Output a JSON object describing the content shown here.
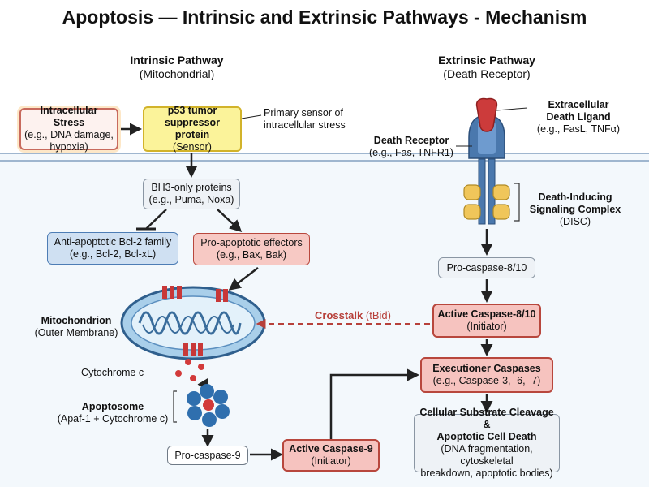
{
  "title": "Apoptosis — Intrinsic and Extrinsic Pathways - Mechanism",
  "intrinsic": {
    "header": "Intrinsic Pathway",
    "subheader": "(Mitochondrial)",
    "stress": {
      "line1": "Intracellular Stress",
      "line2": "(e.g., DNA damage,",
      "line3": "hypoxia)"
    },
    "p53": {
      "line1": "p53 tumor",
      "line2": "suppressor protein",
      "line3": "(Sensor)"
    },
    "p53_note": {
      "line1": "Primary sensor of",
      "line2": "intracellular stress"
    },
    "bh3": {
      "line1": "BH3-only proteins",
      "line2": "(e.g., Puma, Noxa)"
    },
    "antiapoptotic": {
      "line1": "Anti-apoptotic Bcl-2 family",
      "line2": "(e.g., Bcl-2, Bcl-xL)"
    },
    "proapoptotic": {
      "line1": "Pro-apoptotic effectors",
      "line2": "(e.g., Bax, Bak)"
    },
    "mitochondrion": {
      "line1": "Mitochondrion",
      "line2": "(Outer Membrane)"
    },
    "cytochrome": "Cytochrome c",
    "apoptosome": {
      "line1": "Apoptosome",
      "line2": "(Apaf-1 + Cytochrome c)"
    },
    "procaspase9": "Pro-caspase-9",
    "caspase9": {
      "line1": "Active Caspase-9",
      "line2": "(Initiator)"
    }
  },
  "extrinsic": {
    "header": "Extrinsic Pathway",
    "subheader": "(Death Receptor)",
    "ligand": {
      "line1": "Extracellular",
      "line2": "Death Ligand",
      "line3": "(e.g., FasL, TNFα)"
    },
    "receptor": {
      "line1": "Death Receptor",
      "line2": "(e.g., Fas, TNFR1)"
    },
    "disc": {
      "line1": "Death-Inducing",
      "line2": "Signaling Complex",
      "line3": "(DISC)"
    },
    "procaspase8": "Pro-caspase-8/10",
    "caspase8": {
      "line1": "Active Caspase-8/10",
      "line2": "(Initiator)"
    },
    "executioner": {
      "line1": "Executioner Caspases",
      "line2": "(e.g., Caspase-3, -6, -7)"
    },
    "death": {
      "line1": "Cellular Substrate Cleavage &",
      "line2": "Apoptotic Cell Death",
      "line3": "(DNA fragmentation, cytoskeletal",
      "line4": "breakdown, apoptotic bodies)"
    }
  },
  "crosstalk": {
    "label": "Crosstalk",
    "detail": "(tBid)"
  },
  "colors": {
    "membrane": "#9fb6cf",
    "receptor": "#4a78ad",
    "ligand": "#cc3b3b",
    "disc": "#f0c65a",
    "mito": "#8cbde3",
    "crosstalk": "#b7403a"
  }
}
